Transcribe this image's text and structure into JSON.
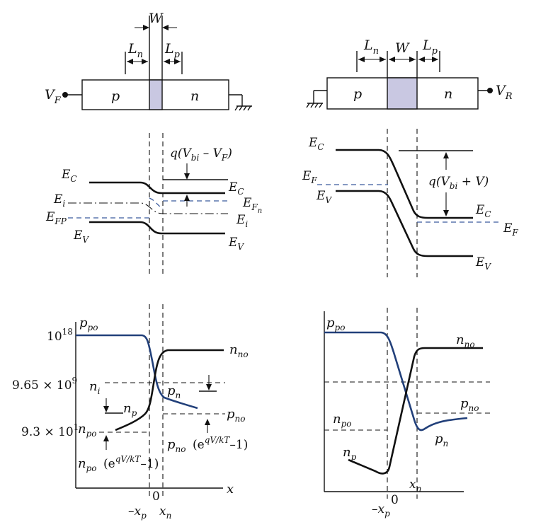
{
  "left_device": {
    "label_W": "W",
    "label_Ln_main": "L",
    "label_Ln_sub": "n",
    "label_Lp_main": "L",
    "label_Lp_sub": "p",
    "label_p": "p",
    "label_n": "n",
    "label_VF_main": "V",
    "label_VF_sub": "F"
  },
  "right_device": {
    "label_W": "W",
    "label_Ln_main": "L",
    "label_Ln_sub": "n",
    "label_Lp_main": "L",
    "label_Lp_sub": "p",
    "label_p": "p",
    "label_n": "n",
    "label_VR_main": "V",
    "label_VR_sub": "R"
  },
  "left_band": {
    "EC_left": {
      "main": "E",
      "sub": "C"
    },
    "Ei_left": {
      "main": "E",
      "sub": "i"
    },
    "EFP": {
      "main": "E",
      "sub": "FP"
    },
    "EV_left": {
      "main": "E",
      "sub": "V"
    },
    "EC_right": {
      "main": "E",
      "sub": "C"
    },
    "EFn": {
      "main": "E",
      "sub": "F",
      "subsub": "n"
    },
    "Ei_right": {
      "main": "E",
      "sub": "i"
    },
    "EV_right": {
      "main": "E",
      "sub": "V"
    },
    "barrier": {
      "pre": "q(V",
      "sub": "bi",
      "post": " – V",
      "sub2": "F",
      "close": ")"
    }
  },
  "right_band": {
    "EC_left": {
      "main": "E",
      "sub": "C"
    },
    "EF_left": {
      "main": "E",
      "sub": "F"
    },
    "EV_left": {
      "main": "E",
      "sub": "V"
    },
    "EC_right": {
      "main": "E",
      "sub": "C"
    },
    "EF_right": {
      "main": "E",
      "sub": "F"
    },
    "EV_right": {
      "main": "E",
      "sub": "V"
    },
    "barrier": {
      "pre": "q(V",
      "sub": "bi",
      "post": " + V)"
    }
  },
  "left_carrier": {
    "tick_1e18": {
      "base": "10",
      "exp": "18"
    },
    "tick_ni": {
      "base": "9.65 × 10",
      "exp": "9"
    },
    "tick_np": {
      "base": "9.3 × 10",
      "exp": "1"
    },
    "ppo": {
      "main": "p",
      "sub": "po"
    },
    "nno": {
      "main": "n",
      "sub": "no"
    },
    "ni": {
      "main": "n",
      "sub": "i"
    },
    "pn": {
      "main": "p",
      "sub": "n"
    },
    "np": {
      "main": "n",
      "sub": "p"
    },
    "npo": {
      "main": "n",
      "sub": "po"
    },
    "pno": {
      "main": "p",
      "sub": "no"
    },
    "pno_inj": {
      "main": "p",
      "sub": "no"
    },
    "inj_expr": {
      "pre": "(e",
      "exp": "qV/kT",
      "post": "–1)"
    },
    "npo_inj": {
      "main": "n",
      "sub": "po"
    },
    "inj_expr2": {
      "pre": "(e",
      "exp": "qV/kT",
      "post": "–1)"
    },
    "x_axis": "x",
    "zero": "0",
    "neg_xp": {
      "main": "–x",
      "sub": "p"
    },
    "xn": {
      "main": "x",
      "sub": "n"
    }
  },
  "right_carrier": {
    "ppo": {
      "main": "p",
      "sub": "po"
    },
    "nno": {
      "main": "n",
      "sub": "no"
    },
    "npo": {
      "main": "n",
      "sub": "po"
    },
    "pno": {
      "main": "p",
      "sub": "no"
    },
    "np": {
      "main": "n",
      "sub": "p"
    },
    "pn": {
      "main": "p",
      "sub": "n"
    },
    "zero": "0",
    "xn": {
      "main": "x",
      "sub": "n"
    },
    "neg_xp": {
      "main": "–x",
      "sub": "p"
    }
  },
  "colors": {
    "line": "#111111",
    "hole_curve": "#22407a",
    "fermi_dash": "#3b5b9e",
    "depletion_fill": "#c9c8e2"
  }
}
